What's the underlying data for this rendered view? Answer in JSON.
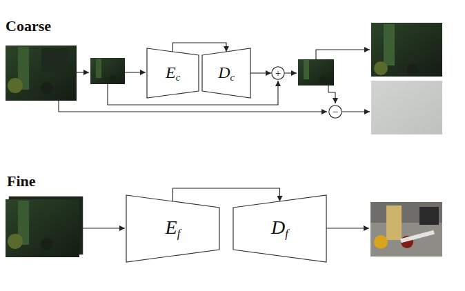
{
  "diagram": {
    "nodes": [
      {
        "text": [
          "Ec"
        ]
      },
      {
        "text": [
          "Dc"
        ]
      },
      {
        "text": [
          "+"
        ]
      },
      {
        "text": [
          "−"
        ]
      },
      {
        "text": [
          "Ef"
        ]
      },
      {
        "text": [
          "Df"
        ]
      }
    ],
    "edges": [
      {
        "from": 0,
        "to": 1,
        "arrow": "to"
      },
      {
        "from": 1,
        "to": 2,
        "arrow": "to"
      },
      {
        "from": 4,
        "to": 5,
        "arrow": "to"
      }
    ],
    "labels": [
      "Coarse",
      "Fine"
    ]
  }
}
